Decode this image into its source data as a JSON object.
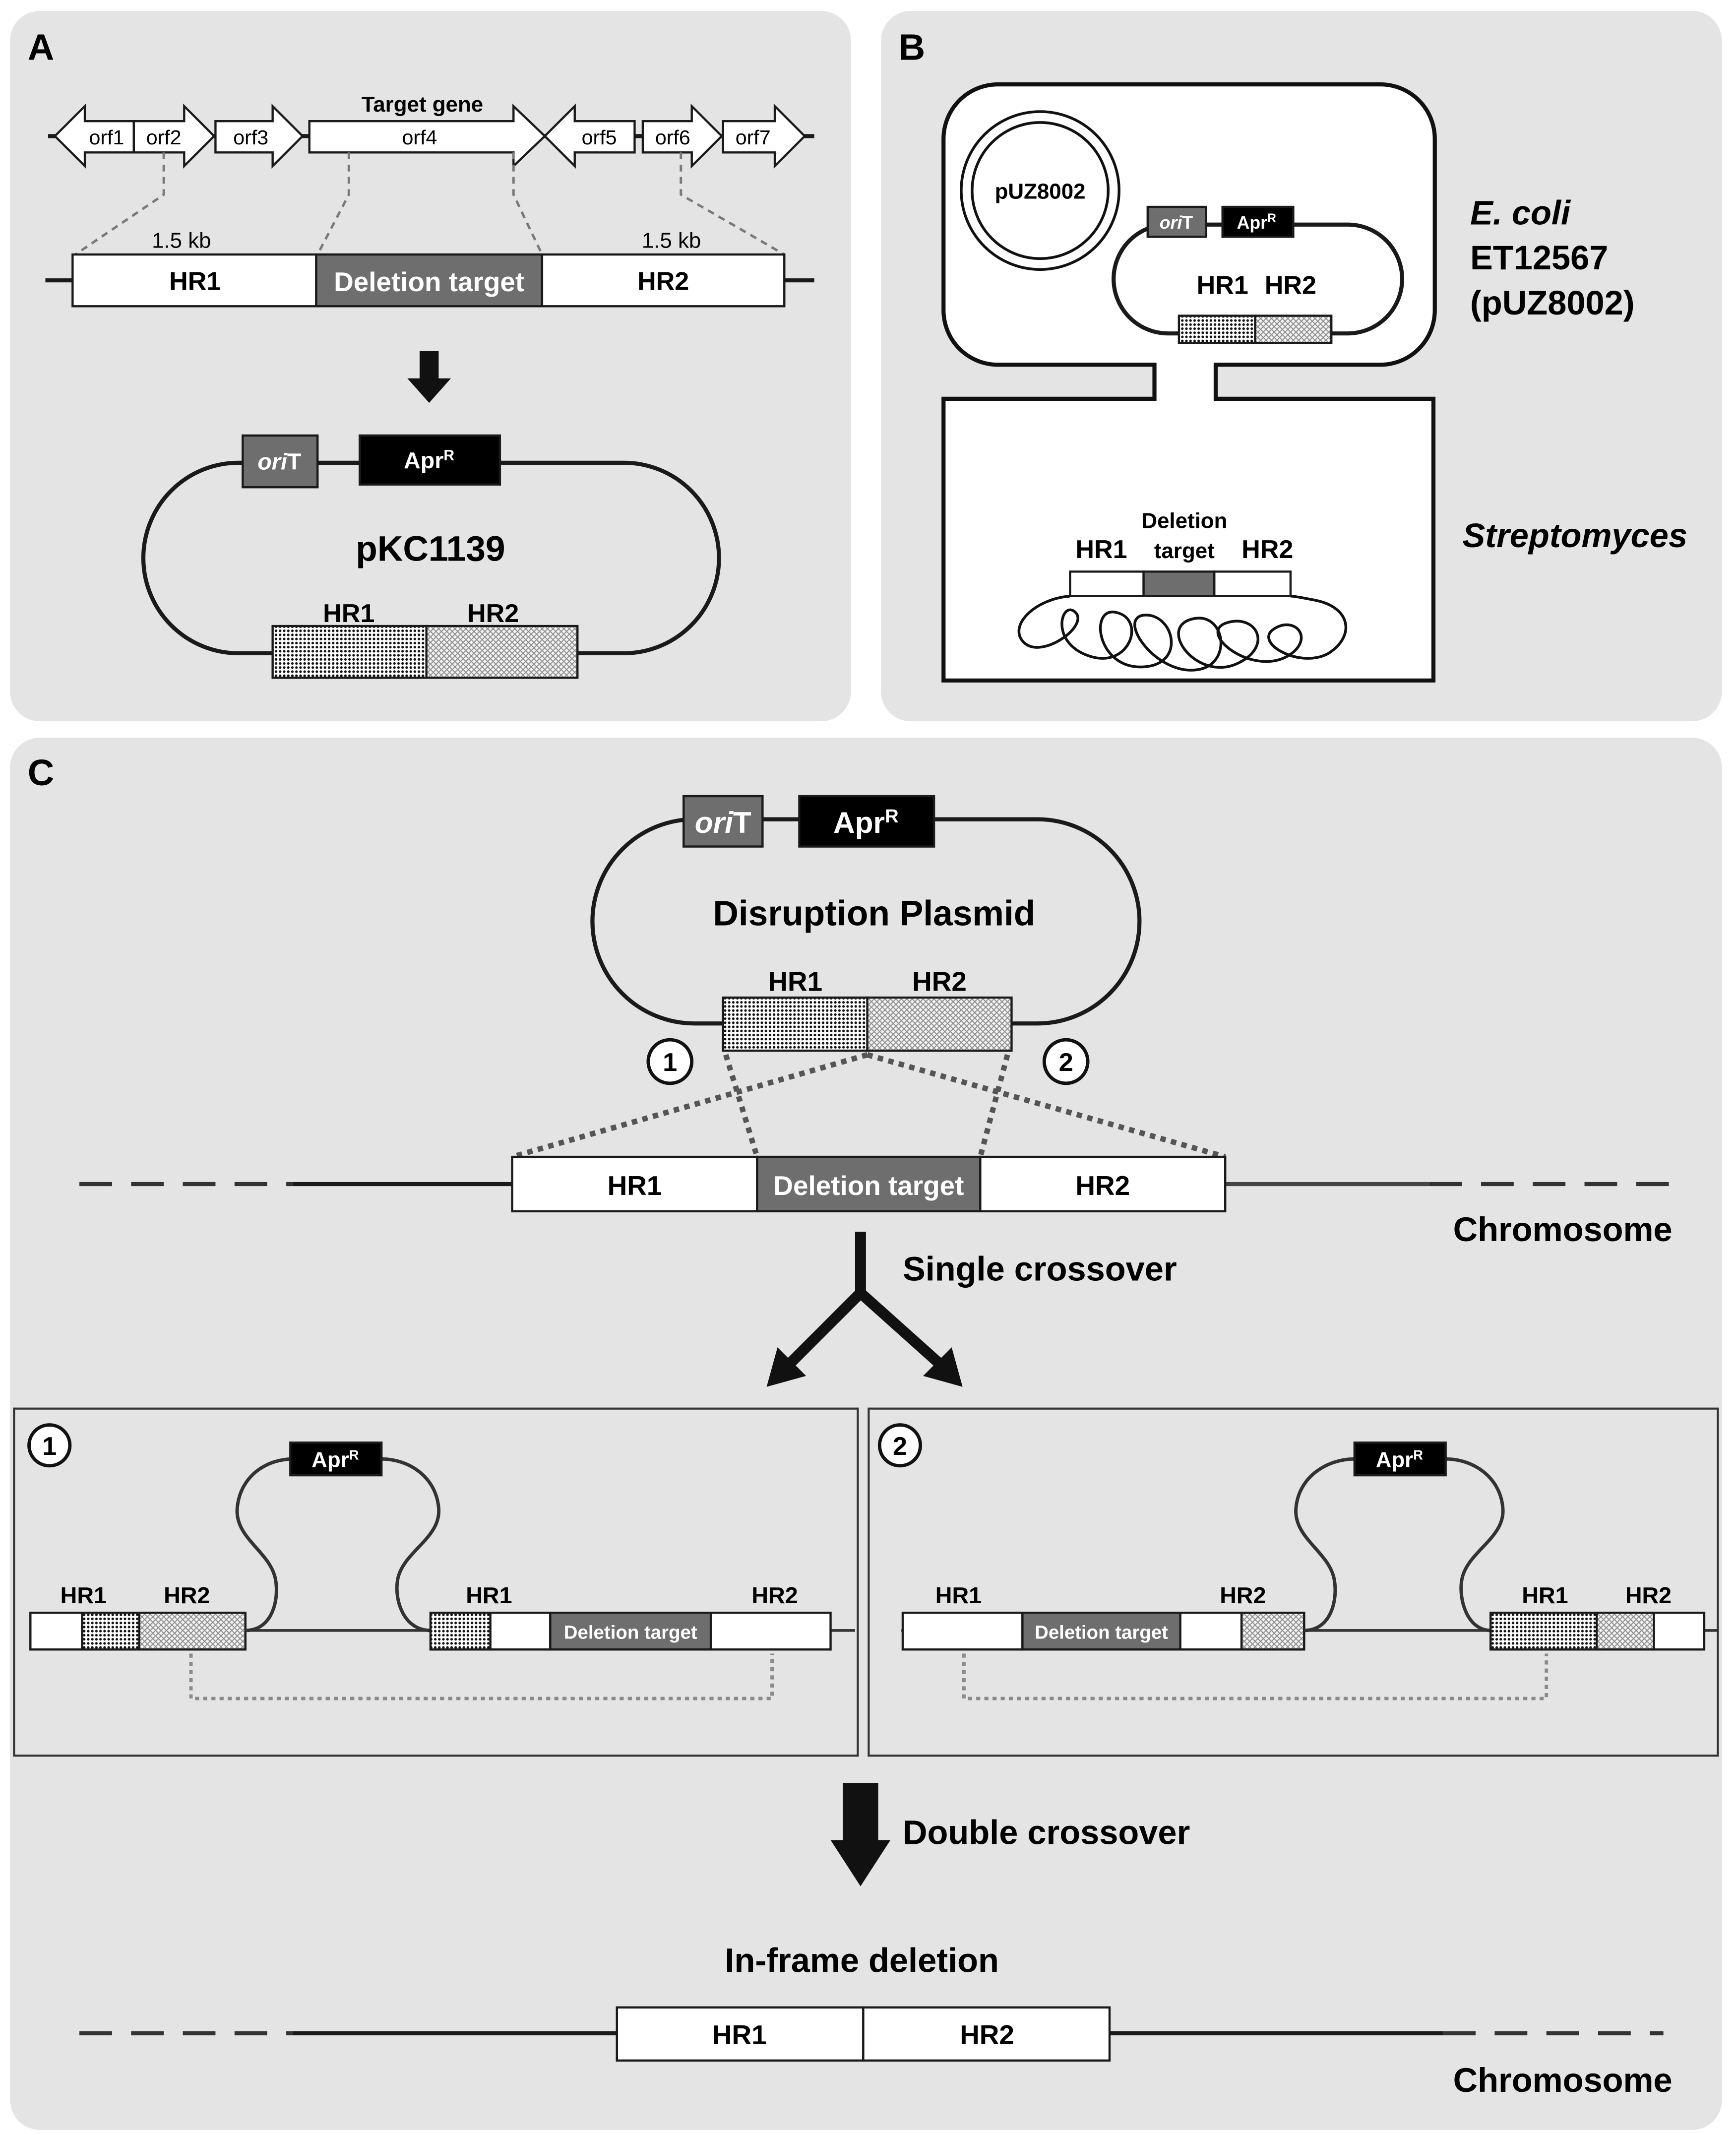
{
  "colors": {
    "panel_bg": "#e4e4e4",
    "deletion_target": "#6e6e6e",
    "oriT_box": "#6e6e6e",
    "aprR_box": "#000000"
  },
  "panel_a": {
    "label": "A",
    "target_gene": "Target gene",
    "orfs": [
      "orf1",
      "orf2",
      "orf3",
      "orf4",
      "orf5",
      "orf6",
      "orf7"
    ],
    "size_left": "1.5 kb",
    "size_right": "1.5 kb",
    "locus": {
      "hr1": "HR1",
      "deletion_target": "Deletion target",
      "hr2": "HR2"
    },
    "plasmid": {
      "oriT_italic": "ori",
      "oriT_rest": "T",
      "apr": "Apr",
      "apr_sup": "R",
      "name": "pKC1139",
      "hr1": "HR1",
      "hr2": "HR2"
    }
  },
  "panel_b": {
    "label": "B",
    "helper_plasmid": "pUZ8002",
    "plasmid": {
      "oriT_italic": "ori",
      "oriT_rest": "T",
      "apr": "Apr",
      "apr_sup": "R",
      "hr1": "HR1",
      "hr2": "HR2"
    },
    "donor": {
      "species": "E. coli",
      "strain": "ET12567",
      "helper": "(pUZ8002)"
    },
    "recipient": {
      "name": "Streptomyces",
      "deletion_line1": "Deletion",
      "deletion_line2": "target",
      "hr1": "HR1",
      "hr2": "HR2"
    }
  },
  "panel_c": {
    "label": "C",
    "plasmid": {
      "oriT_italic": "ori",
      "oriT_rest": "T",
      "apr": "Apr",
      "apr_sup": "R",
      "name": "Disruption Plasmid",
      "hr1": "HR1",
      "hr2": "HR2"
    },
    "site_1": "1",
    "site_2": "2",
    "chromosome": {
      "hr1": "HR1",
      "deletion_target": "Deletion target",
      "hr2": "HR2",
      "label": "Chromosome"
    },
    "step_1": "Single crossover",
    "outcome_1": {
      "number": "1",
      "apr": "Apr",
      "apr_sup": "R",
      "left_hr1": "HR1",
      "left_hr2": "HR2",
      "right_hr1": "HR1",
      "deletion_target": "Deletion target",
      "right_hr2": "HR2"
    },
    "outcome_2": {
      "number": "2",
      "apr": "Apr",
      "apr_sup": "R",
      "left_hr1": "HR1",
      "deletion_target": "Deletion target",
      "left_hr2": "HR2",
      "right_hr1": "HR1",
      "right_hr2": "HR2"
    },
    "step_2": "Double crossover",
    "result": {
      "title": "In-frame deletion",
      "hr1": "HR1",
      "hr2": "HR2",
      "label": "Chromosome"
    }
  }
}
